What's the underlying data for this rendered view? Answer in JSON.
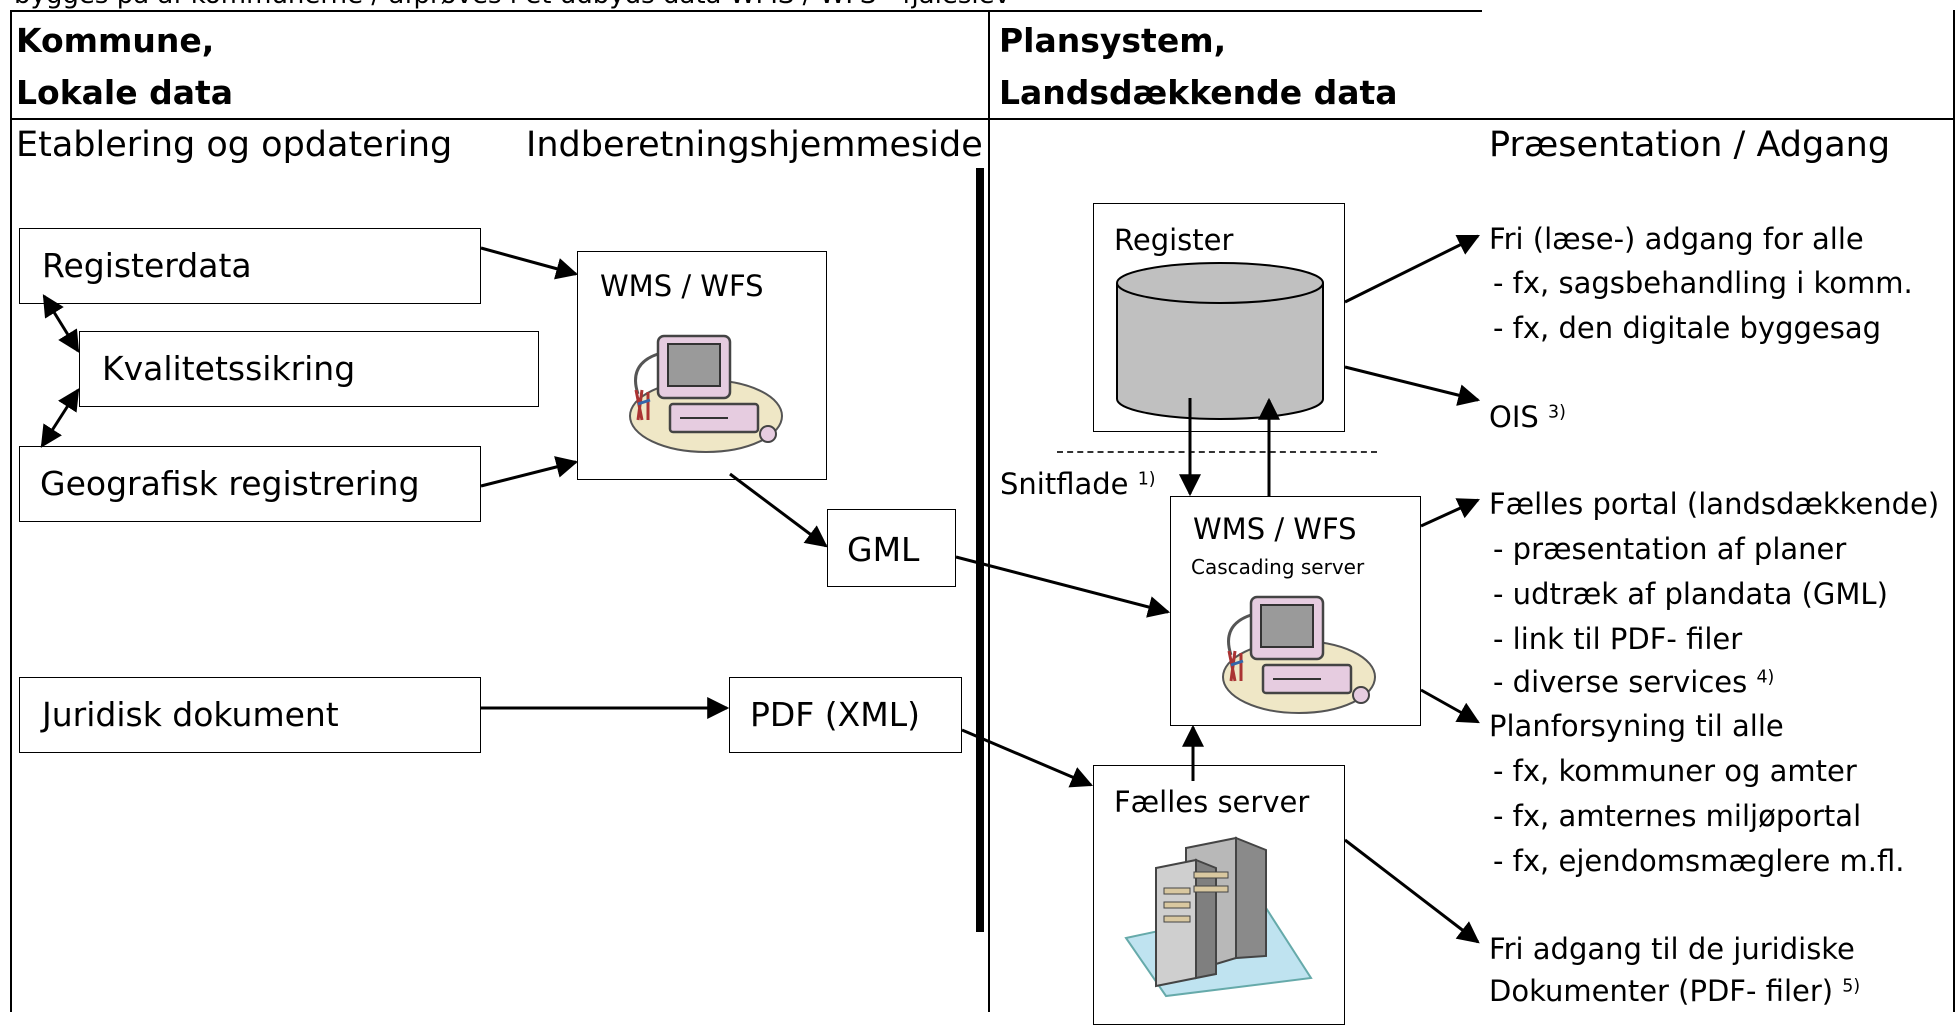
{
  "caption": "bygges på af kommunerne / afprøves i et udbyds data WMS / WFS - fjaleslev",
  "headers": {
    "left_line1": "Kommune,",
    "left_line2": "Lokale data",
    "right_line1": "Plansystem,",
    "right_line2": "Landsdækkende data"
  },
  "sections": {
    "etablering": "Etablering og opdatering",
    "indberetning": "Indberetningshjemmeside",
    "praesentation": "Præsentation / Adgang"
  },
  "boxes": {
    "registerdata": "Registerdata",
    "kvalitetssikring": "Kvalitetssikring",
    "geografisk": "Geografisk registrering",
    "juridisk": "Juridisk dokument",
    "wms_wfs_left": "WMS / WFS",
    "gml": "GML",
    "pdf_xml": "PDF (XML)",
    "register": "Register",
    "wms_wfs_right": "WMS / WFS",
    "cascading": "Cascading server",
    "faelles_server": "Fælles server"
  },
  "snitflade": {
    "label": "Snitflade",
    "note": "1)"
  },
  "outputs": {
    "fri_adgang": {
      "title": "Fri (læse-) adgang for alle",
      "items": [
        "- fx, sagsbehandling i komm.",
        "- fx, den digitale byggesag"
      ]
    },
    "ois": {
      "label": "OIS",
      "note": "3)"
    },
    "faelles_portal": {
      "title": "Fælles portal (landsdækkende)",
      "items": [
        "- præsentation af planer",
        "- udtræk af plandata (GML)",
        "- link til PDF- filer"
      ],
      "diverse": "- diverse services",
      "diverse_note": "4)"
    },
    "planforsyning": {
      "title": "Planforsyning til alle",
      "items": [
        "- fx, kommuner og amter",
        "- fx, amternes miljøportal",
        "- fx, ejendomsmæglere m.fl."
      ]
    },
    "juridiske": {
      "line1": "Fri adgang til de juridiske",
      "line2": "Dokumenter (PDF- filer)",
      "note": "5)"
    }
  },
  "icons": {
    "computer_left": "computer-icon",
    "computer_right": "computer-icon",
    "server": "server-icon",
    "database": "database-cylinder-icon"
  }
}
